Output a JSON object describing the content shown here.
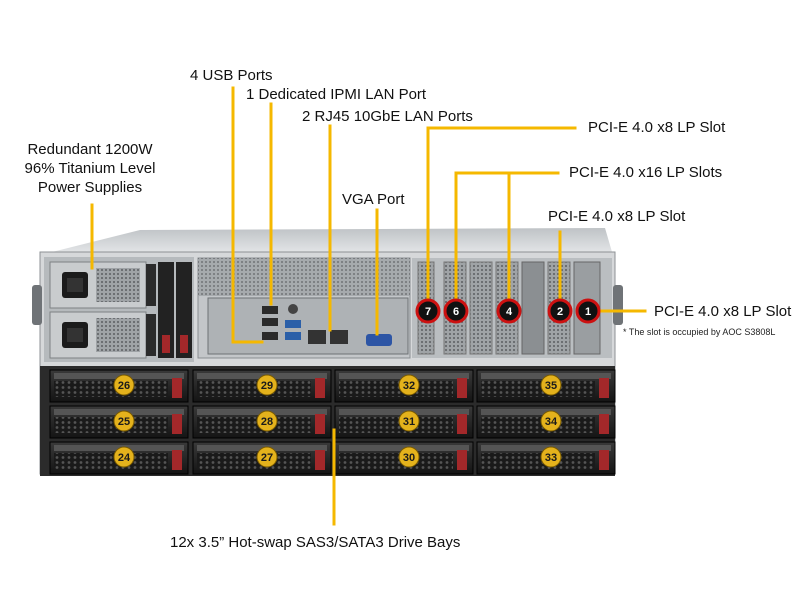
{
  "labels": {
    "usb": "4 USB Ports",
    "ipmi": "1 Dedicated IPMI  LAN Port",
    "rj45": "2 RJ45 10GbE LAN Ports",
    "psu_line1": "Redundant  1200W",
    "psu_line2": "96% Titanium  Level",
    "psu_line3": "Power Supplies",
    "vga": "VGA Port",
    "pcie_slot7": "PCI-E  4.0  x8  LP Slot",
    "pcie_slots_x16": "PCI-E  4.0  x16  LP Slots",
    "pcie_slot2": "PCI-E  4.0  x8  LP Slot",
    "pcie_slot1": "PCI-E  4.0  x8  LP Slot",
    "slot_note": "* The slot is occupied by AOC S3808L",
    "drive_bays": "12x 3.5” Hot-swap  SAS3/SATA3  Drive Bays"
  },
  "slot_badges": [
    "7",
    "6",
    "4",
    "2",
    "1"
  ],
  "drive_bays": [
    [
      "26",
      "29",
      "32",
      "35"
    ],
    [
      "25",
      "28",
      "31",
      "34"
    ],
    [
      "24",
      "27",
      "30",
      "33"
    ]
  ],
  "colors": {
    "callout": "#f5b800",
    "badge_ring": "#cc1111",
    "badge_fill": "#111111",
    "bay_badge": "#e4b21c",
    "chassis": "#d6d8da"
  }
}
